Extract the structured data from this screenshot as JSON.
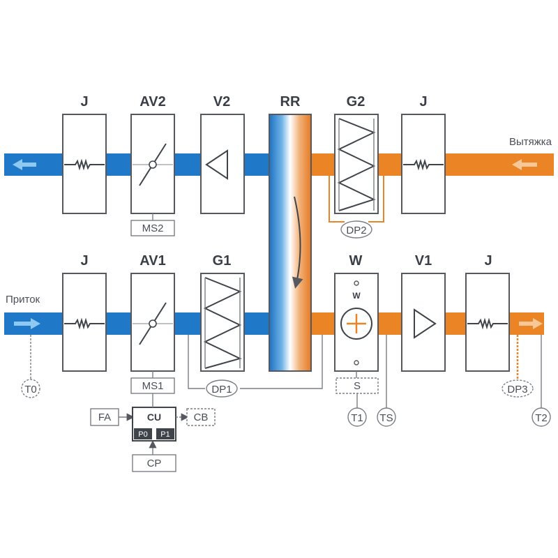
{
  "labels": {
    "exhaust": "Вытяжка",
    "supply": "Приток"
  },
  "top_row": {
    "j_left": "J",
    "av2": "AV2",
    "v2": "V2",
    "rr": "RR",
    "g2": "G2",
    "j_right": "J",
    "ms2": "MS2",
    "dp2": "DP2"
  },
  "bottom_row": {
    "j_left": "J",
    "av1": "AV1",
    "g1": "G1",
    "w": "W",
    "w_inner": "W",
    "v1": "V1",
    "j_right": "J",
    "ms1": "MS1",
    "dp1": "DP1",
    "s": "S",
    "t0": "T0",
    "t1": "T1",
    "ts": "TS",
    "dp3": "DP3",
    "t2": "T2"
  },
  "control": {
    "fa": "FA",
    "cu": "CU",
    "cb": "CB",
    "cp": "CP",
    "p0": "P0",
    "p1": "P1"
  },
  "colors": {
    "cold": "#1f78c8",
    "warm": "#ea8424",
    "arrow_cold": "#8ec9f2",
    "arrow_warm": "#f7c79a"
  }
}
